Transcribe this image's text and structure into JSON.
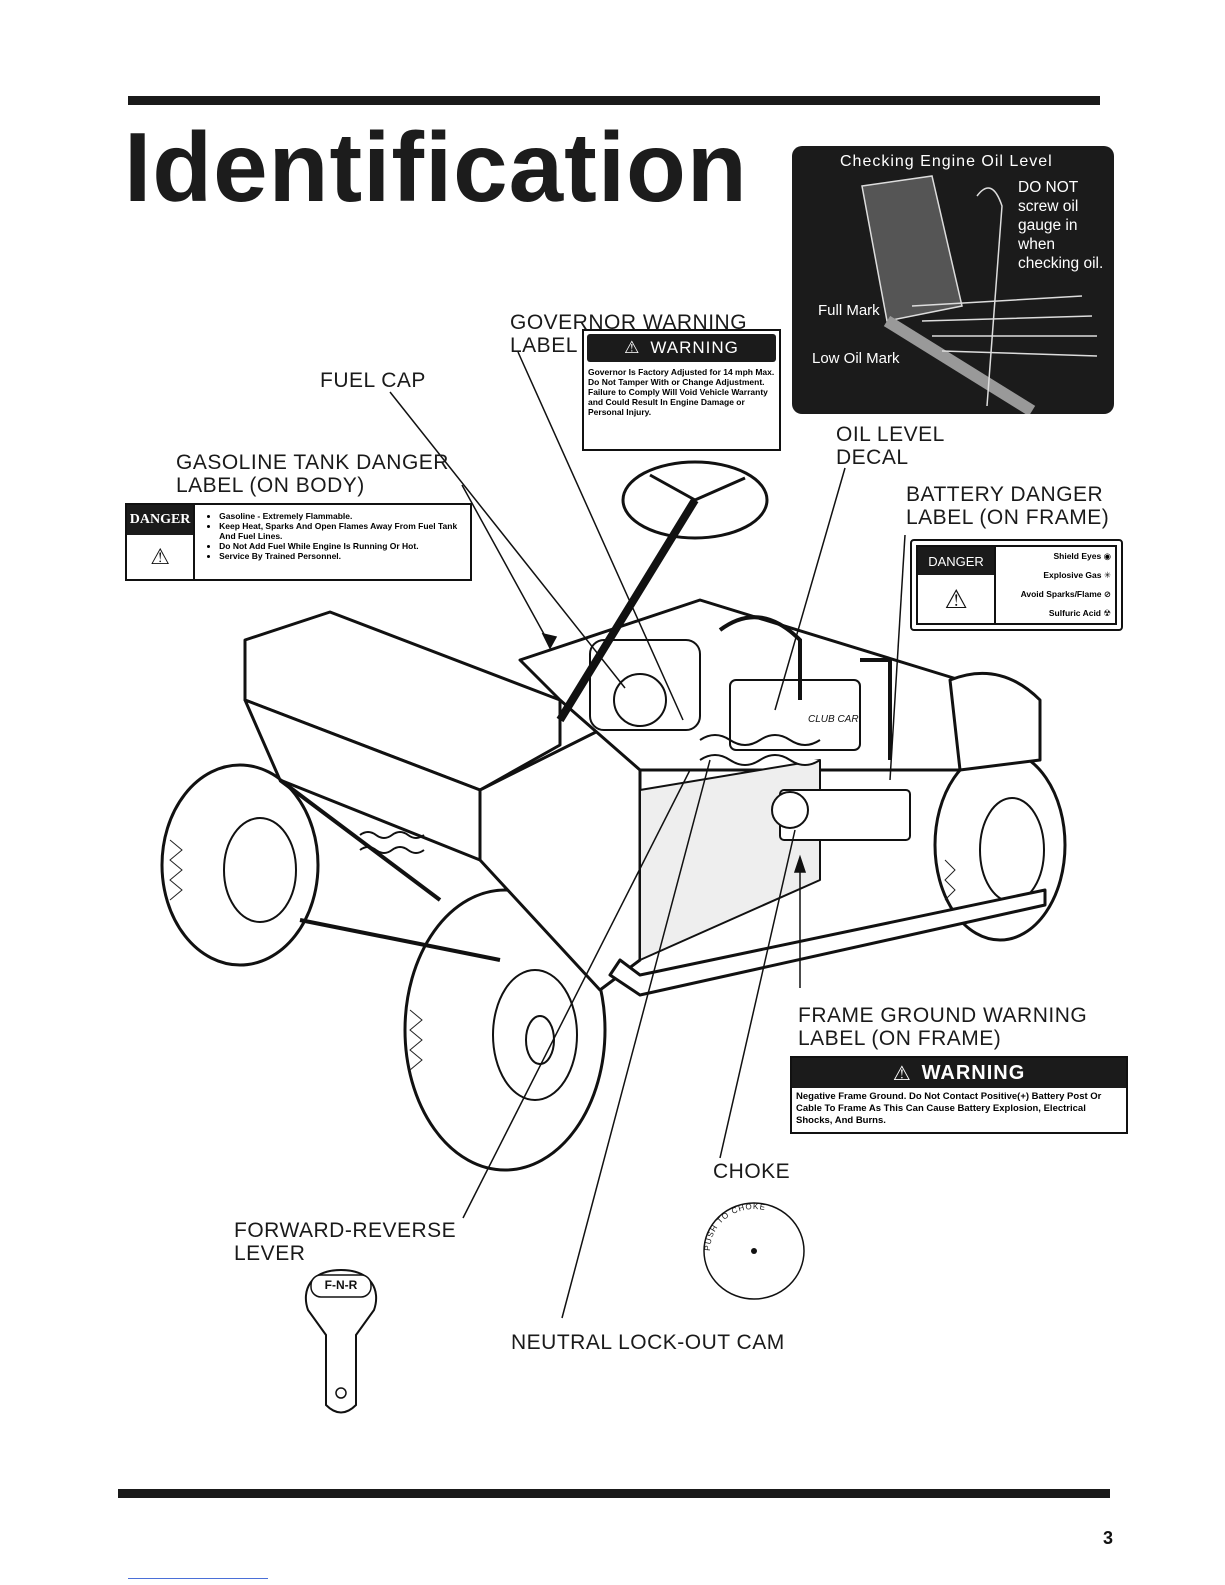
{
  "page": {
    "title": "Identification",
    "page_number": "3"
  },
  "oil_decal": {
    "heading": "Checking Engine Oil Level",
    "note": "DO NOT screw oil gauge in when checking oil.",
    "full_mark": "Full Mark",
    "low_mark": "Low Oil Mark"
  },
  "callouts": {
    "governor_label": "GOVERNOR WARNING LABEL",
    "fuel_cap": "FUEL CAP",
    "gasoline_tank": "GASOLINE TANK DANGER LABEL (ON BODY)",
    "oil_level_decal": "OIL LEVEL DECAL",
    "battery_danger": "BATTERY DANGER LABEL (ON FRAME)",
    "frame_ground": "FRAME GROUND WARNING LABEL (ON FRAME)",
    "choke": "CHOKE",
    "forward_reverse": "FORWARD-REVERSE LEVER",
    "neutral_cam": "NEUTRAL LOCK-OUT CAM"
  },
  "governor_warning": {
    "header": "WARNING",
    "text": "Governor Is Factory Adjusted for 14 mph Max. Do Not Tamper With or Change Adjustment. Failure to Comply Will Void Vehicle Warranty and Could Result In Engine Damage or Personal Injury."
  },
  "gas_danger": {
    "header": "DANGER",
    "items": [
      "Gasoline - Extremely Flammable.",
      "Keep Heat, Sparks And Open Flames Away From Fuel Tank And Fuel Lines.",
      "Do Not Add Fuel While Engine Is Running Or Hot.",
      "Service By Trained Personnel."
    ]
  },
  "battery_danger_label": {
    "header": "DANGER",
    "items": [
      "Shield Eyes",
      "Explosive Gas",
      "Avoid Sparks/Flame",
      "Sulfuric Acid"
    ]
  },
  "frame_warning": {
    "header": "WARNING",
    "text": "Negative Frame Ground. Do Not Contact Positive(+) Battery Post Or Cable To Frame As This Can Cause Battery Explosion, Electrical Shocks, And Burns."
  },
  "choke_knob": {
    "ring_text": "PUSH TO CHOKE"
  },
  "fnr_lever": {
    "label": "F-N-R"
  },
  "cart": {
    "brand": "CLUB CAR"
  }
}
